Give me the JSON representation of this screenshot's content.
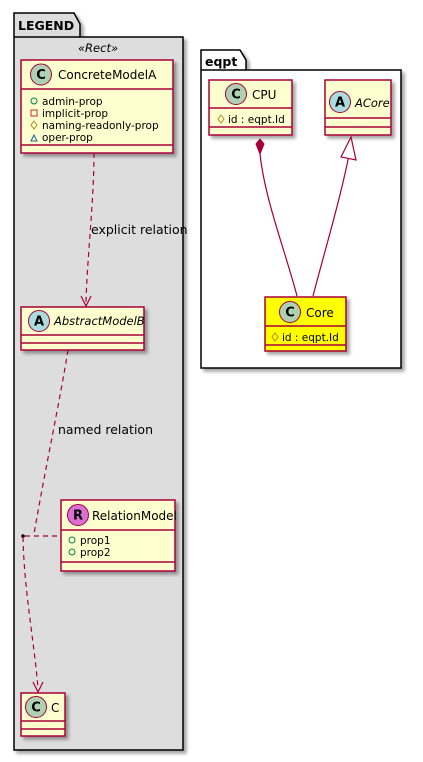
{
  "packages": {
    "legend": {
      "title": "LEGEND",
      "stereotype": "«Rect»"
    },
    "eqpt": {
      "title": "eqpt"
    }
  },
  "classes": {
    "concrete_model_a": {
      "kind": "C",
      "name": "ConcreteModelA",
      "attributes": [
        {
          "visibility": "+",
          "name": "admin-prop"
        },
        {
          "visibility": "-",
          "name": "implicit-prop"
        },
        {
          "visibility": "#",
          "name": "naming-readonly-prop"
        },
        {
          "visibility": "~",
          "name": "oper-prop"
        }
      ]
    },
    "abstract_model_b": {
      "kind": "A",
      "name": "AbstractModelB"
    },
    "relation_model": {
      "kind": "R",
      "name": "RelationModel",
      "attributes": [
        {
          "visibility": "+",
          "name": "prop1"
        },
        {
          "visibility": "+",
          "name": "prop2"
        }
      ]
    },
    "c": {
      "kind": "C",
      "name": "C"
    },
    "cpu": {
      "kind": "C",
      "name": "CPU",
      "attributes": [
        {
          "visibility": "#",
          "name": "id : eqpt.Id"
        }
      ]
    },
    "acore": {
      "kind": "A",
      "name": "ACore"
    },
    "core": {
      "kind": "C",
      "name": "Core",
      "attributes": [
        {
          "visibility": "#",
          "name": "id : eqpt.Id"
        }
      ]
    }
  },
  "relations": {
    "explicit": {
      "label": "explicit relation"
    },
    "named": {
      "label": "named relation"
    }
  },
  "colors": {
    "class_fill": "#FEFECE",
    "class_border": "#A80036",
    "highlight_fill": "#FFFF00",
    "legend_fill": "#DDDDDD",
    "circle_c": "#ADD1B2",
    "circle_a": "#A9DCDF",
    "circle_r": "#DA70D6"
  }
}
